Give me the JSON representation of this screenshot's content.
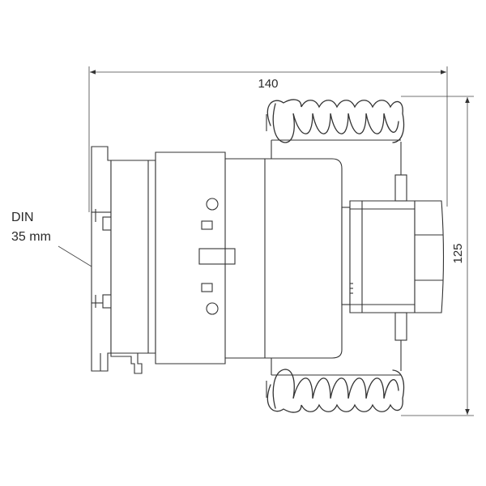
{
  "dimensions": {
    "width_label": "140",
    "height_label": "125"
  },
  "annotation": {
    "din_line1": "DIN",
    "din_line2": "35 mm"
  },
  "colors": {
    "stroke": "#333333",
    "background": "#ffffff"
  }
}
